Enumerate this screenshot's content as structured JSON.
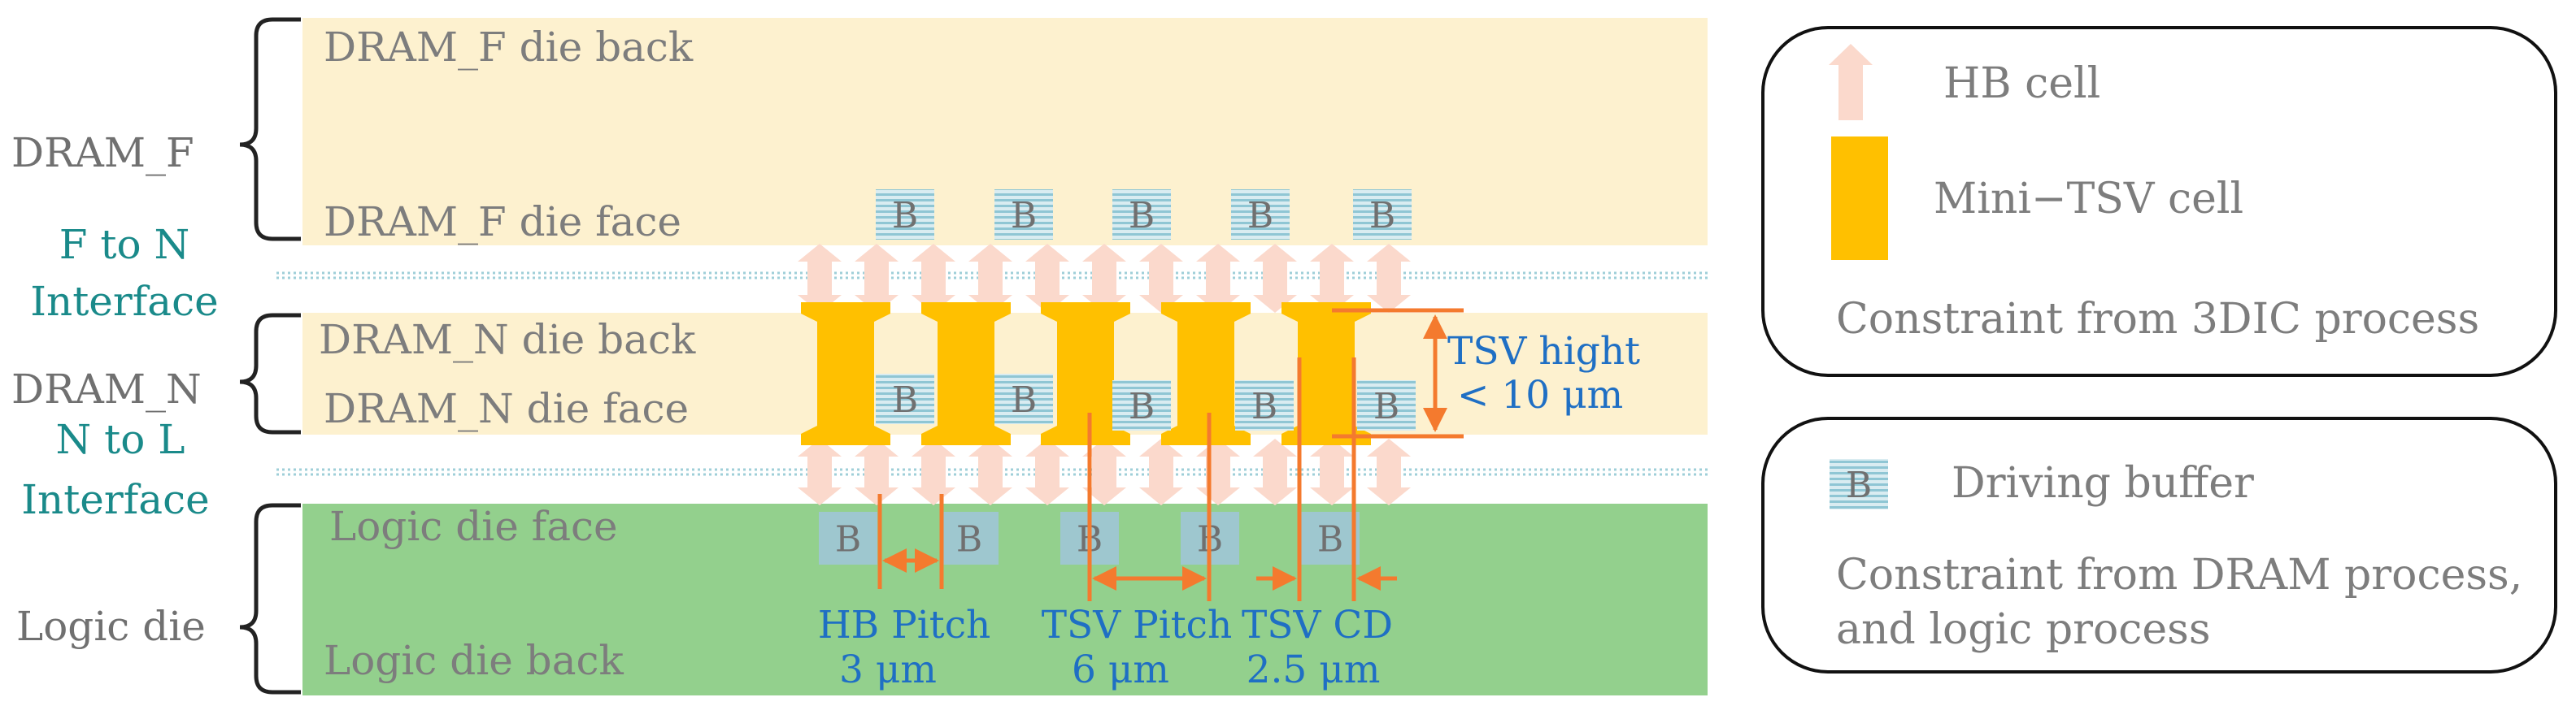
{
  "left_labels": {
    "dram_f": "DRAM_F",
    "f_to_n_line1": "F to N",
    "f_to_n_line2": "Interface",
    "dram_n": "DRAM_N",
    "n_to_l_line1": "N to L",
    "n_to_l_line2": "Interface",
    "logic_die": "Logic die"
  },
  "layers": {
    "dram_f_back": "DRAM_F die back",
    "dram_f_face": "DRAM_F die face",
    "dram_n_back": "DRAM_N die back",
    "dram_n_face": "DRAM_N die face",
    "logic_face": "Logic die face",
    "logic_back": "Logic die back"
  },
  "buffer_letter": "B",
  "dimensions": {
    "tsv_height_line1": "TSV hight",
    "tsv_height_line2": "< 10 μm",
    "hb_pitch_line1": "HB Pitch",
    "hb_pitch_line2": "3 μm",
    "tsv_pitch_line1": "TSV Pitch",
    "tsv_pitch_line2": "6 μm",
    "tsv_cd_line1": "TSV CD",
    "tsv_cd_line2": "2.5 μm"
  },
  "legend_top": {
    "hb_cell": "HB cell",
    "mini_tsv_cell": "Mini−TSV cell",
    "constraint": "Constraint from 3DIC process"
  },
  "legend_bottom": {
    "driving_buffer": "Driving buffer",
    "constraint_line1": "Constraint from DRAM process,",
    "constraint_line2": "and logic process"
  },
  "colors": {
    "dram_band": "#fdf1cf",
    "logic_band": "#93d08d",
    "tsv": "#ffc000",
    "hb_arrow": "#fbd9cc",
    "dimension": "#f47a2e",
    "buffer": "#a9d3dc",
    "interface_text": "#1a8a8a",
    "dimension_text": "#1f6fc4"
  }
}
